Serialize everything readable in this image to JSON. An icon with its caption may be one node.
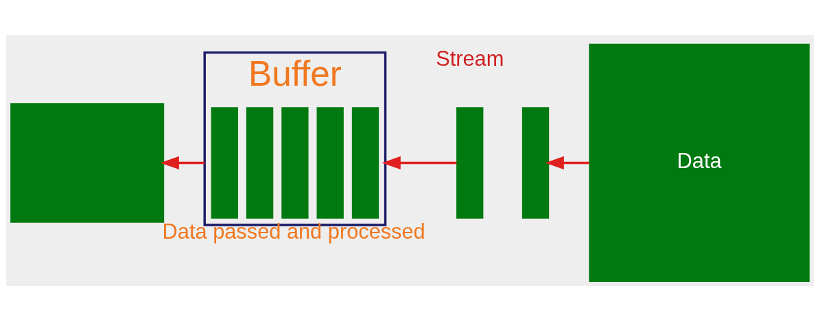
{
  "diagram": {
    "nodes": [
      {
        "text": [],
        "shape": "box",
        "beside": [
          "Data passed and processed"
        ]
      },
      {
        "text": [
          "Buffer"
        ]
      },
      {
        "text": [],
        "shape": "bar",
        "in": 1
      },
      {
        "text": [],
        "shape": "bar",
        "in": 1
      },
      {
        "text": [],
        "shape": "bar",
        "in": 1
      },
      {
        "text": [],
        "shape": "bar",
        "in": 1
      },
      {
        "text": [],
        "shape": "bar",
        "in": 1
      },
      {
        "text": [],
        "shape": "bar"
      },
      {
        "text": [],
        "shape": "bar"
      },
      {
        "text": [
          "Data"
        ]
      }
    ],
    "edges": [
      {
        "from": 9,
        "to": 8,
        "arrow": "to"
      },
      {
        "from": 7,
        "to": 1,
        "arrow": "to"
      },
      {
        "from": 1,
        "to": 0,
        "arrow": "to"
      }
    ],
    "labels": [
      "Stream"
    ]
  }
}
